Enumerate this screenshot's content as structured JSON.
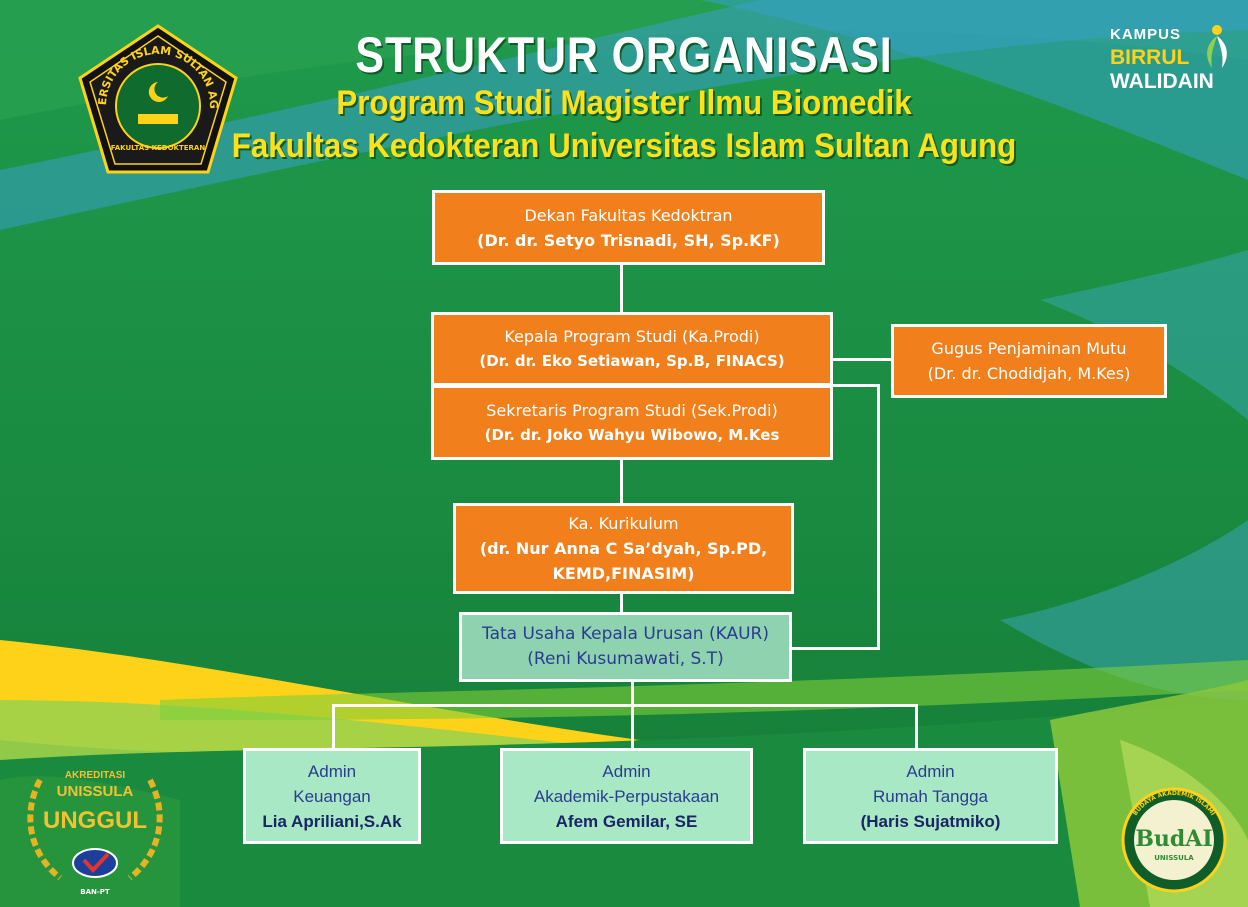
{
  "header": {
    "title": "STRUKTUR ORGANISASI",
    "subtitle1": "Program Studi Magister Ilmu Biomedik",
    "subtitle2": "Fakultas Kedokteran Universitas Islam Sultan Agung"
  },
  "logo_left": {
    "ring_text": "UNIVERSITAS ISLAM SULTAN AGUNG",
    "sub_text": "FAKULTAS KEDOKTERAN"
  },
  "brand_top_right": {
    "line1": "KAMPUS",
    "line2": "BIRRUL",
    "line3": "WALIDAIN"
  },
  "badge_bottom_left": {
    "line1": "AKREDITASI",
    "line2": "UNISSULA",
    "line3": "UNGGUL",
    "line4": "BAN-PT"
  },
  "badge_bottom_right": {
    "ring_text": "BUDAYA AKADEMIK ISLAMI",
    "name": "BudAI",
    "sub": "UNISSULA"
  },
  "nodes": {
    "dekan": {
      "line1": "Dekan Fakultas Kedoktran",
      "line2": "(Dr. dr. Setyo Trisnadi, SH, Sp.KF)"
    },
    "kaprodi": {
      "line1": "Kepala Program Studi (Ka.Prodi)",
      "line2": "(Dr. dr. Eko Setiawan, Sp.B, FINACS)"
    },
    "gugus": {
      "line1": "Gugus Penjaminan Mutu",
      "line2": "(Dr. dr. Chodidjah, M.Kes)"
    },
    "sekprodi": {
      "line1": "Sekretaris Program Studi (Sek.Prodi)",
      "line2": "(Dr. dr. Joko Wahyu Wibowo, M.Kes"
    },
    "kurikulum": {
      "line1": "Ka. Kurikulum",
      "line2": "(dr. Nur Anna C Sa’dyah, Sp.PD,",
      "line3": "KEMD,FINASIM)"
    },
    "kaur": {
      "line1": "Tata Usaha Kepala Urusan (KAUR)",
      "line2": "(Reni Kusumawati, S.T)"
    },
    "admin_keu": {
      "line1": "Admin",
      "line2": "Keuangan",
      "line3": "Lia Apriliani,S.Ak"
    },
    "admin_akad": {
      "line1": "Admin",
      "line2": "Akademik-Perpustakaan",
      "line3": "Afem Gemilar, SE"
    },
    "admin_rt": {
      "line1": "Admin",
      "line2": "Rumah Tangga",
      "line3": "(Haris Sujatmiko)"
    }
  },
  "colors": {
    "background": "#1b8c45",
    "orange_box": "#f07f1c",
    "mint_box": "#a9e8c4",
    "title_yellow": "#ffe11a",
    "text_navy": "#2a3c90"
  }
}
